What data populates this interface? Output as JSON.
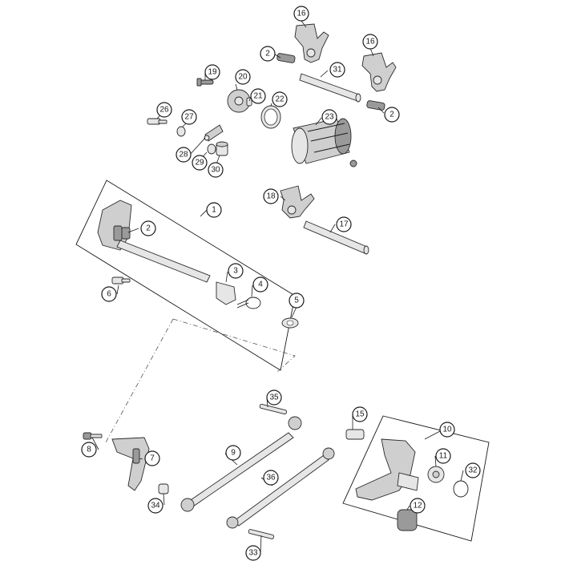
{
  "callouts": [
    {
      "id": "c16a",
      "label": "16"
    },
    {
      "id": "c16b",
      "label": "16"
    },
    {
      "id": "c2a",
      "label": "2"
    },
    {
      "id": "c31",
      "label": "31"
    },
    {
      "id": "c2b",
      "label": "2"
    },
    {
      "id": "c19",
      "label": "19"
    },
    {
      "id": "c20",
      "label": "20"
    },
    {
      "id": "c21",
      "label": "21"
    },
    {
      "id": "c22",
      "label": "22"
    },
    {
      "id": "c26",
      "label": "26"
    },
    {
      "id": "c27",
      "label": "27"
    },
    {
      "id": "c23",
      "label": "23"
    },
    {
      "id": "c28",
      "label": "28"
    },
    {
      "id": "c29",
      "label": "29"
    },
    {
      "id": "c30",
      "label": "30"
    },
    {
      "id": "c18",
      "label": "18"
    },
    {
      "id": "c17",
      "label": "17"
    },
    {
      "id": "c1",
      "label": "1"
    },
    {
      "id": "c2c",
      "label": "2"
    },
    {
      "id": "c3",
      "label": "3"
    },
    {
      "id": "c4",
      "label": "4"
    },
    {
      "id": "c6",
      "label": "6"
    },
    {
      "id": "c5",
      "label": "5"
    },
    {
      "id": "c35",
      "label": "35"
    },
    {
      "id": "c15",
      "label": "15"
    },
    {
      "id": "c10",
      "label": "10"
    },
    {
      "id": "c8",
      "label": "8"
    },
    {
      "id": "c7",
      "label": "7"
    },
    {
      "id": "c9",
      "label": "9"
    },
    {
      "id": "c11",
      "label": "11"
    },
    {
      "id": "c32",
      "label": "32"
    },
    {
      "id": "c36",
      "label": "36"
    },
    {
      "id": "c34",
      "label": "34"
    },
    {
      "id": "c12",
      "label": "12"
    },
    {
      "id": "c33",
      "label": "33"
    }
  ]
}
